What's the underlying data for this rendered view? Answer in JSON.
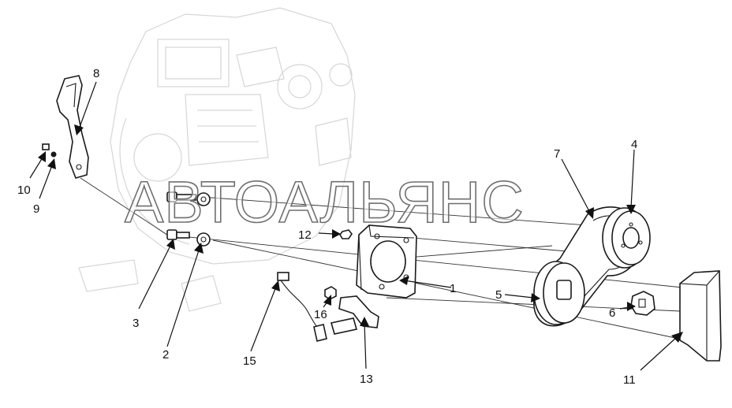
{
  "watermark": "АВТОАЛЬЯНС",
  "callouts": [
    {
      "id": "1",
      "label": "1"
    },
    {
      "id": "2",
      "label": "2"
    },
    {
      "id": "3",
      "label": "3"
    },
    {
      "id": "4",
      "label": "4"
    },
    {
      "id": "5",
      "label": "5"
    },
    {
      "id": "6",
      "label": "6"
    },
    {
      "id": "7",
      "label": "7"
    },
    {
      "id": "8",
      "label": "8"
    },
    {
      "id": "9",
      "label": "9"
    },
    {
      "id": "10",
      "label": "10"
    },
    {
      "id": "11",
      "label": "11"
    },
    {
      "id": "12",
      "label": "12"
    },
    {
      "id": "13",
      "label": "13"
    },
    {
      "id": "15",
      "label": "15"
    },
    {
      "id": "16",
      "label": "16"
    }
  ]
}
